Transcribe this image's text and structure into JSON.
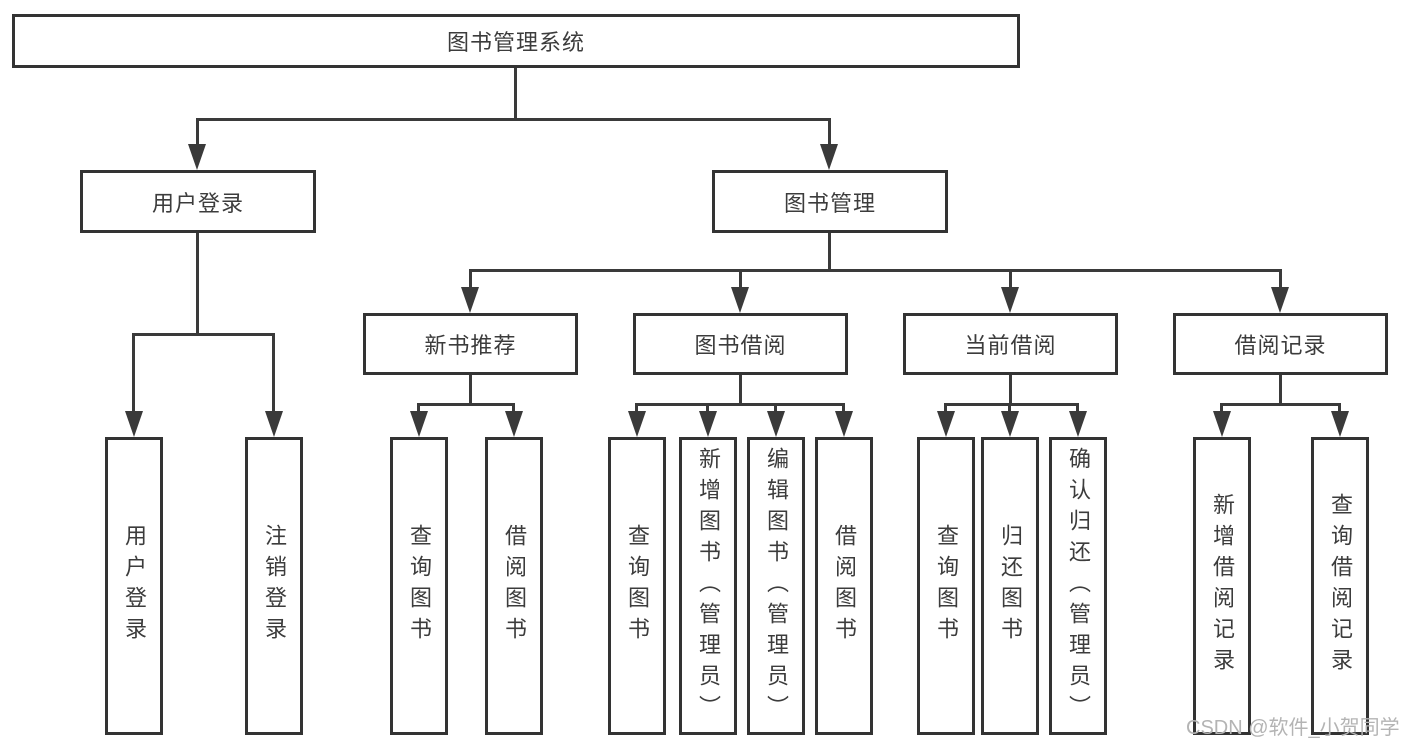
{
  "diagram": {
    "root": "图书管理系统",
    "level2": [
      "用户登录",
      "图书管理"
    ],
    "level3": [
      "新书推荐",
      "图书借阅",
      "当前借阅",
      "借阅记录"
    ],
    "leaves": {
      "user_login": [
        "用户登录",
        "注销登录"
      ],
      "new_book_recommend": [
        "查询图书",
        "借阅图书"
      ],
      "book_borrow": [
        "查询图书",
        "新增图书（管理员）",
        "编辑图书（管理员）",
        "借阅图书"
      ],
      "current_borrow": [
        "查询图书",
        "归还图书",
        "确认归还（管理员）"
      ],
      "borrow_records": [
        "新增借阅记录",
        "查询借阅记录"
      ]
    }
  },
  "watermark": "CSDN @软件_小贺同学",
  "colors": {
    "line": "#3a3a3a",
    "box_border": "#333333",
    "text": "#3c3c3c",
    "watermark": "#b4b4b4",
    "background": "#ffffff"
  }
}
